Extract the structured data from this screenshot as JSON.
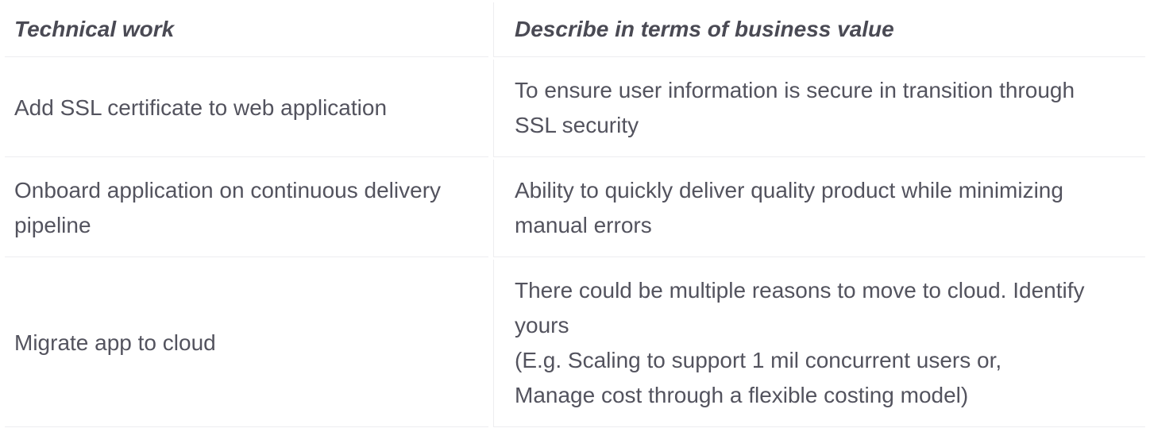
{
  "page": {
    "background_color": "#ffffff",
    "text_color": "#53535e",
    "header_text_color": "#4a4a54",
    "border_color": "#ededf0"
  },
  "table": {
    "columns": [
      {
        "id": "technical_work",
        "label": "Technical work"
      },
      {
        "id": "business_value",
        "label": "Describe in terms of business value"
      }
    ],
    "rows": [
      {
        "technical_work": [
          "Add SSL certificate to web application"
        ],
        "business_value": [
          "To ensure user information is secure in transition through",
          "SSL security"
        ]
      },
      {
        "technical_work": [
          "Onboard application on continuous delivery",
          "pipeline"
        ],
        "business_value": [
          "Ability to quickly deliver quality product while minimizing",
          "manual errors"
        ]
      },
      {
        "technical_work": [
          "Migrate app to cloud"
        ],
        "business_value": [
          "There could be multiple reasons to move to cloud. Identify",
          "yours",
          "(E.g. Scaling to support 1 mil concurrent users or,",
          "Manage cost through a flexible costing model)"
        ]
      }
    ]
  }
}
